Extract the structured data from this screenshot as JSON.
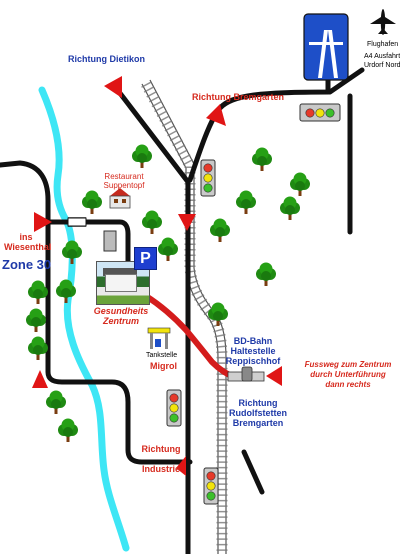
{
  "labels": {
    "richtung_dietikon": "Richtung Dietikon",
    "richtung_bremgarten": "Richtung Bremgarten",
    "flughafen": "Flughafen",
    "a4_line1": "A4 Ausfahrt",
    "a4_line2": "Urdorf Nord",
    "restaurant_line1": "Restaurant",
    "restaurant_line2": "Suppentopf",
    "ins_line1": "ins",
    "ins_line2": "Wiesenthal",
    "zone30": "Zone 30",
    "gesundheits_line1": "Gesundheits",
    "gesundheits_line2": "Zentrum",
    "tankstelle": "Tankstelle",
    "migrol": "Migrol",
    "bd_line1": "BD-Bahn",
    "bd_line2": "Haltestelle",
    "bd_line3": "Reppischhof",
    "fussweg_line1": "Fussweg zum Zentrum",
    "fussweg_line2": "durch Unterführung",
    "fussweg_line3": "dann rechts",
    "rudolf_line1": "Richtung",
    "rudolf_line2": "Rudolfstetten",
    "rudolf_line3": "Bremgarten",
    "industrie_line1": "Richtung",
    "industrie_line2": "Industrie",
    "parking": "P"
  },
  "colors": {
    "road": "#111111",
    "river": "#3ee6f5",
    "footpath": "#d41c1c",
    "arrow": "#e01515",
    "tree": "#1f8a12",
    "trunk": "#7a3d10",
    "highway_sign": "#1e4fc8"
  },
  "icons": [
    "airplane-icon",
    "highway-sign-icon",
    "traffic-light-icon",
    "tree-icon",
    "railway-track",
    "bus-stop-icon",
    "parking-icon",
    "gas-station-icon",
    "restaurant-building-icon"
  ]
}
